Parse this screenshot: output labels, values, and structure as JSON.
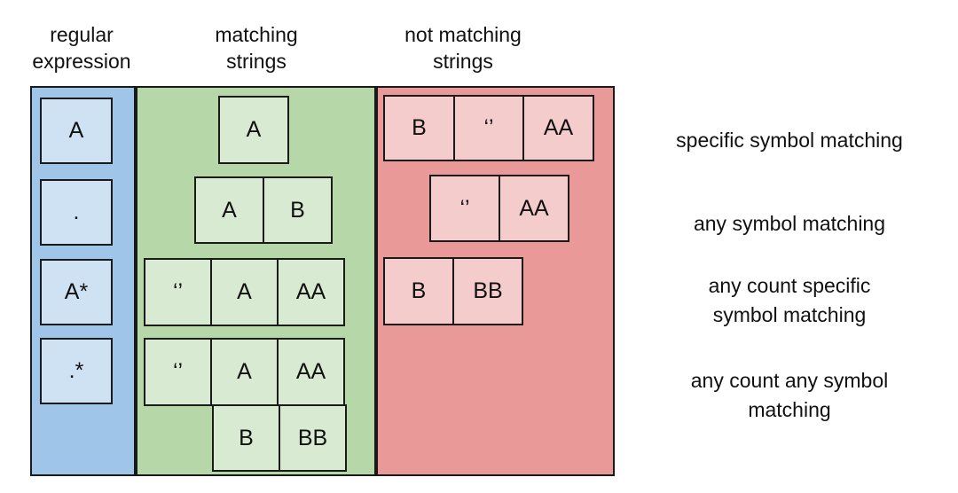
{
  "headers": {
    "regex": {
      "lines": [
        "regular",
        "expression"
      ]
    },
    "matching": {
      "lines": [
        "matching",
        "strings"
      ]
    },
    "not_matching": {
      "lines": [
        "not matching",
        "strings"
      ]
    }
  },
  "regex_column": {
    "cells": [
      "A",
      ".",
      "A*",
      ".*"
    ]
  },
  "matching_column": {
    "rows": [
      [
        "A"
      ],
      [
        "A",
        "B"
      ],
      [
        "‘’",
        "A",
        "AA"
      ],
      [
        "‘’",
        "A",
        "AA"
      ],
      [
        "B",
        "BB"
      ]
    ]
  },
  "not_matching_column": {
    "rows": [
      [
        "B",
        "‘’",
        "AA"
      ],
      [
        "‘’",
        "AA"
      ],
      [
        "B",
        "BB"
      ]
    ]
  },
  "labels": [
    {
      "lines": [
        "specific symbol matching"
      ]
    },
    {
      "lines": [
        "any symbol matching"
      ]
    },
    {
      "lines": [
        "any count specific",
        "symbol matching"
      ]
    },
    {
      "lines": [
        "any count any symbol",
        "matching"
      ]
    }
  ],
  "colors": {
    "band_regex": "#9fc5e8",
    "cell_regex": "#cfe2f3",
    "band_match": "#b6d7a8",
    "cell_match": "#d9ead3",
    "band_nomatch": "#ea9999",
    "cell_nomatch": "#f4cccc",
    "border": "#1a1a1a",
    "text": "#111111"
  }
}
